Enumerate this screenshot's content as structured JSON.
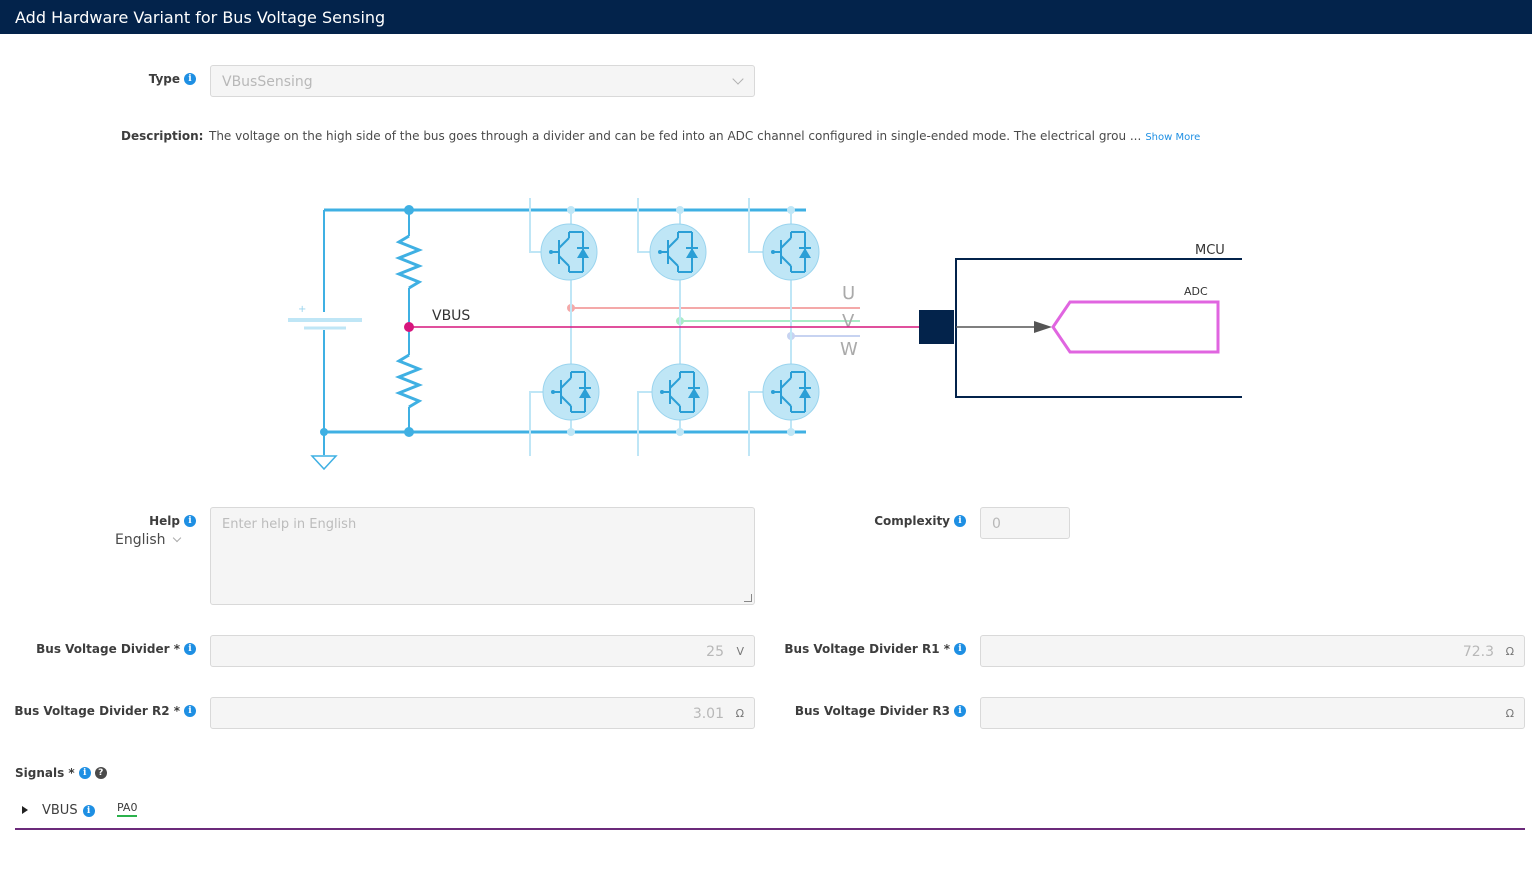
{
  "window": {
    "title": "Add Hardware Variant for Bus Voltage Sensing"
  },
  "type": {
    "label": "Type",
    "value": "VBusSensing"
  },
  "description": {
    "label": "Description:",
    "text": "The voltage on the high side of the bus goes through a divider and can be fed into an ADC channel configured in single-ended mode. The electrical grou ...",
    "show_more": "Show More"
  },
  "diagram": {
    "vbus_label": "VBUS",
    "phase_u": "U",
    "phase_v": "V",
    "phase_w": "W",
    "mcu_label": "MCU",
    "adc_label": "ADC",
    "battery_plus": "+"
  },
  "help": {
    "label": "Help",
    "language": "English",
    "placeholder": "Enter help in English"
  },
  "complexity": {
    "label": "Complexity",
    "value": "0"
  },
  "bus_voltage_divider": {
    "label": "Bus Voltage Divider *",
    "value": "25",
    "unit": "V"
  },
  "bus_voltage_divider_r1": {
    "label": "Bus Voltage Divider R1 *",
    "value": "72.3",
    "unit": "Ω"
  },
  "bus_voltage_divider_r2": {
    "label": "Bus Voltage Divider R2 *",
    "value": "3.01",
    "unit": "Ω"
  },
  "bus_voltage_divider_r3": {
    "label": "Bus Voltage Divider R3",
    "value": "",
    "unit": "Ω"
  },
  "signals": {
    "label": "Signals *",
    "items": [
      {
        "name": "VBUS",
        "pin": "PA0"
      }
    ]
  },
  "colors": {
    "titlebar": "#03234b",
    "accent": "#1e8fe3",
    "signal_underline": "#6b2a7a",
    "vbus_line": "#d6167d",
    "schematic_blue": "#3fb0e3",
    "adc_magenta": "#e065e0"
  }
}
